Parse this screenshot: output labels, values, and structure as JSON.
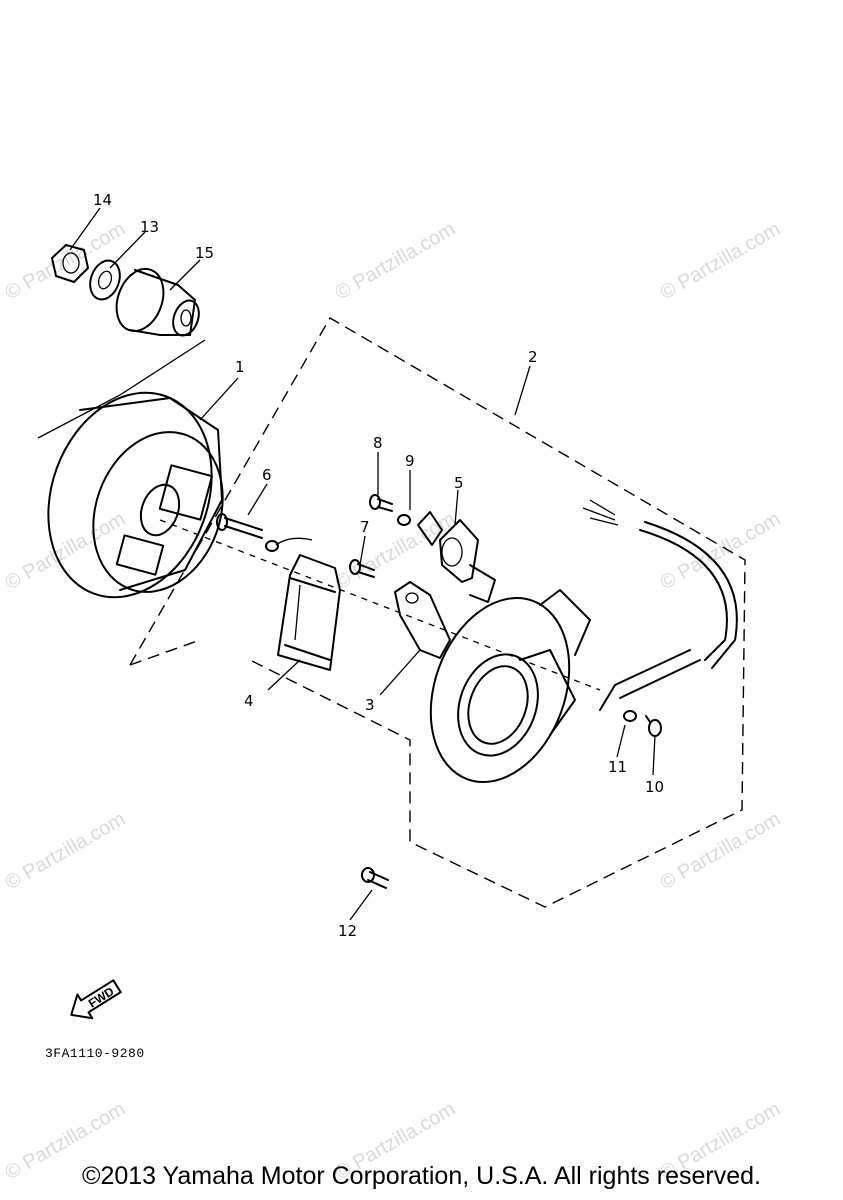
{
  "callouts": [
    "1",
    "2",
    "3",
    "4",
    "5",
    "6",
    "7",
    "8",
    "9",
    "10",
    "11",
    "12",
    "13",
    "14",
    "15"
  ],
  "fwd_label": "FWD",
  "part_code": "3FA1110-9280",
  "watermark": "© Partzilla.com",
  "copyright": "©2013 Yamaha Motor Corporation, U.S.A. All rights reserved."
}
